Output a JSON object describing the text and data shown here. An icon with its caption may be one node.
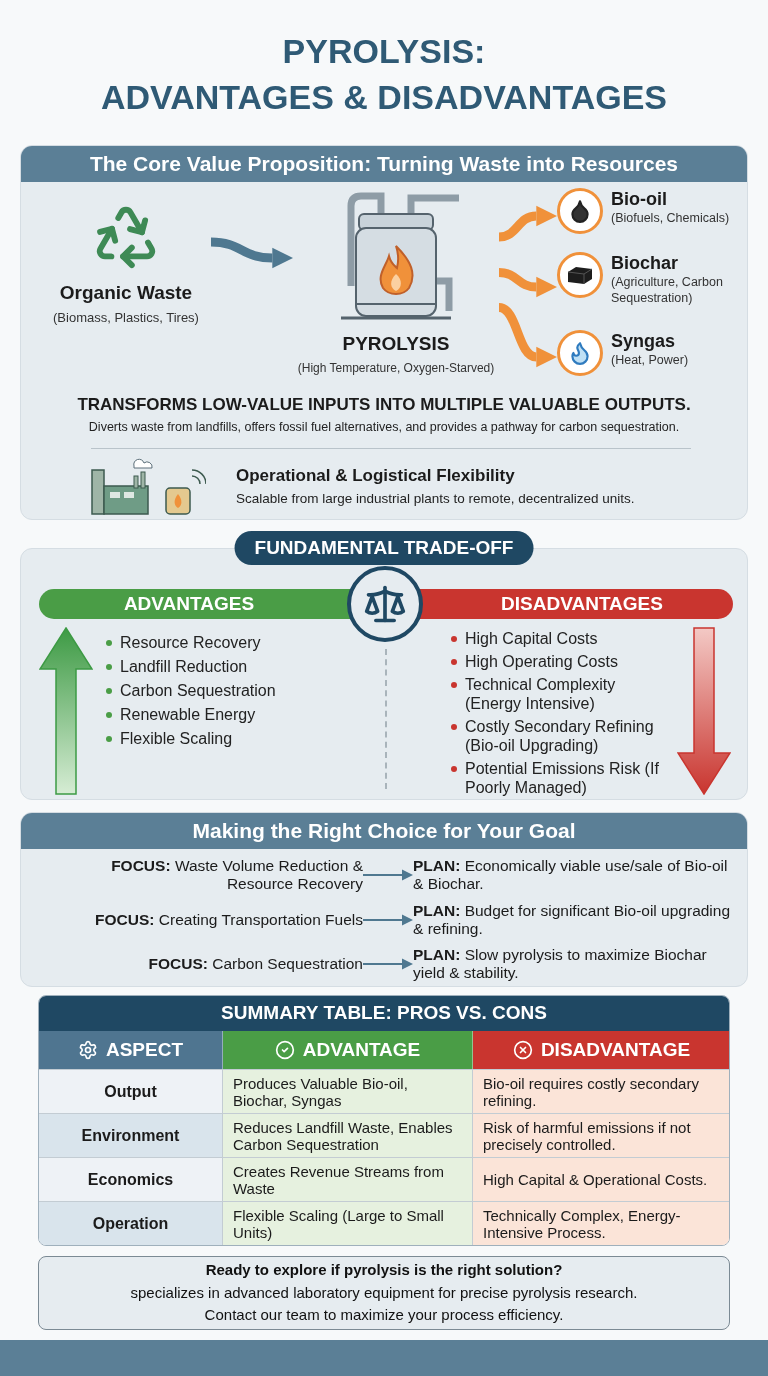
{
  "diagram": {
    "title": "PYROLYSIS: ADVANTAGES & DISADVANTAGES",
    "nodes": [
      {
        "text": [
          "Organic Waste",
          "(Biomass, Plastics, Tires)"
        ]
      },
      {
        "text": [
          "PYROLYSIS",
          "(High Temperature, Oxygen-Starved)"
        ]
      },
      {
        "text": [
          "Bio-oil",
          "(Biofuels, Chemicals)"
        ]
      },
      {
        "text": [
          "Biochar",
          "(Agriculture, Carbon Sequestration)"
        ]
      },
      {
        "text": [
          "Syngas",
          "(Heat, Power)"
        ]
      },
      {
        "text": [
          "**FOCUS:** Waste Volume Reduction & Resource Recovery"
        ]
      },
      {
        "text": [
          "**PLAN:** Economically viable use/sale of Bio-oil & Biochar."
        ]
      },
      {
        "text": [
          "**FOCUS:** Creating Transportation Fuels"
        ]
      },
      {
        "text": [
          "**PLAN:** Budget for significant Bio-oil upgrading & refining."
        ]
      },
      {
        "text": [
          "**FOCUS:** Carbon Sequestration"
        ]
      },
      {
        "text": [
          "**PLAN:** Slow pyrolysis to maximize Biochar yield & stability."
        ]
      }
    ],
    "edges": [
      {
        "from": 0,
        "to": 1,
        "arrow": "to"
      },
      {
        "from": 1,
        "to": 2,
        "arrow": "to",
        "color": "#f0913a"
      },
      {
        "from": 1,
        "to": 3,
        "arrow": "to",
        "color": "#f0913a"
      },
      {
        "from": 1,
        "to": 4,
        "arrow": "to",
        "color": "#f0913a"
      },
      {
        "from": 5,
        "to": 6,
        "arrow": "to"
      },
      {
        "from": 7,
        "to": 8,
        "arrow": "to"
      },
      {
        "from": 9,
        "to": 10,
        "arrow": "to"
      }
    ],
    "labels": [
      "The Core Value Proposition: Turning Waste into Resources",
      "TRANSFORMS LOW-VALUE INPUTS INTO MULTIPLE VALUABLE OUTPUTS.",
      "Diverts waste from landfills, offers fossil fuel alternatives, and provides a pathway for carbon sequestration.",
      "Operational & Logistical Flexibility",
      "Scalable from large industrial plants to remote, decentralized units.",
      "FUNDAMENTAL TRADE-OFF",
      "ADVANTAGES",
      "Resource Recovery",
      "Landfill Reduction",
      "Carbon Sequestration",
      "Renewable Energy",
      "Flexible Scaling",
      "DISADVANTAGES",
      "High Capital Costs",
      "High Operating Costs",
      "Technical Complexity (Energy Intensive)",
      "Costly Secondary Refining (Bio-oil Upgrading)",
      "Potential Emissions Risk (If Poorly Managed)",
      "Making the Right Choice for Your Goal",
      "SUMMARY TABLE: PROS VS. CONS",
      "ASPECT",
      "ADVANTAGE",
      "DISADVANTAGE",
      "Output",
      "Produces Valuable Bio-oil, Biochar, Syngas",
      "Bio-oil requires costly secondary refining.",
      "Environment",
      "Reduces Landfill Waste, Enables Carbon Sequestration",
      "Risk of harmful emissions if not precisely controlled.",
      "Economics",
      "Creates Revenue Streams from Waste",
      "High Capital & Operational Costs.",
      "Operation",
      "Flexible Scaling (Large to Small Units)",
      "Technically Complex, Energy-Intensive Process.",
      "Ready to explore if pyrolysis is the right solution?",
      "specializes in advanced laboratory equipment for precise pyrolysis research.",
      "Contact our team to maximize your process efficiency."
    ]
  }
}
